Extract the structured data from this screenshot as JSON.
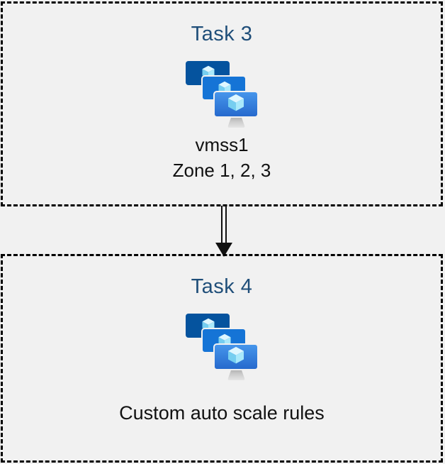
{
  "diagram": {
    "background": "#F1F1F1",
    "boxes": [
      {
        "id": "task3",
        "title": "Task 3",
        "icon": "vm-scale-set-icon",
        "labels": [
          "vmss1",
          "Zone 1, 2, 3"
        ]
      },
      {
        "id": "task4",
        "title": "Task 4",
        "icon": "vm-scale-set-icon",
        "labels": [
          "Custom auto scale rules"
        ]
      }
    ],
    "connector": {
      "type": "double-line-arrow",
      "direction": "down",
      "from": "task3",
      "to": "task4"
    },
    "colors": {
      "title_blue": "#1F4E79",
      "label_black": "#111111",
      "border_black": "#000000",
      "monitor_back": "#05539E",
      "monitor_middle": "#1574D6",
      "monitor_front_top": "#4797EC",
      "monitor_front_bottom": "#2568CC",
      "cube_top": "#DFF7FF",
      "cube_left": "#76CEF0",
      "cube_right": "#A9E9FB",
      "stand_gray": "#C6C6C6"
    }
  }
}
